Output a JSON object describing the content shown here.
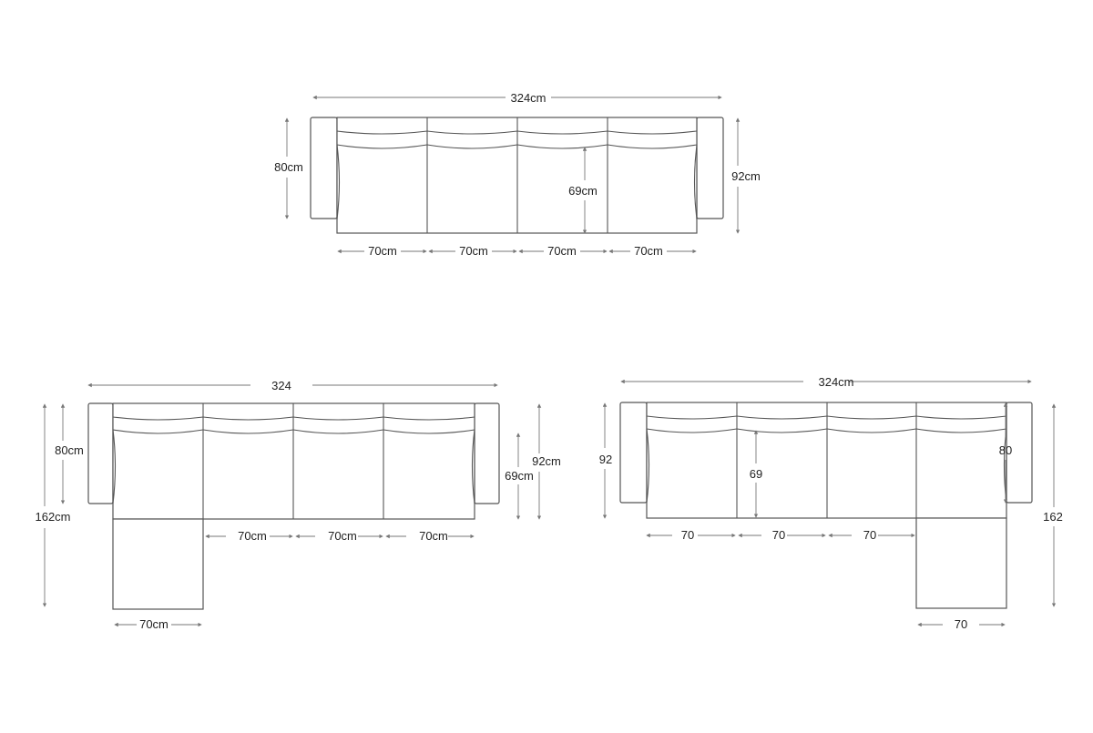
{
  "title": "Sofa dimension drawings",
  "stroke_color": "#555555",
  "drawings": [
    {
      "name": "straight-sofa",
      "labels": {
        "total_width": "324cm",
        "back_depth": "80cm",
        "total_depth": "92cm",
        "seat_depth": "69cm",
        "seat_widths": [
          "70cm",
          "70cm",
          "70cm",
          "70cm"
        ]
      }
    },
    {
      "name": "left-chaise-sofa",
      "labels": {
        "total_width": "324",
        "back_depth": "80cm",
        "total_depth_chaise": "162cm",
        "total_depth": "92cm",
        "seat_depth": "69cm",
        "seat_widths": [
          "70cm",
          "70cm",
          "70cm"
        ],
        "chaise_width": "70cm"
      }
    },
    {
      "name": "right-chaise-sofa",
      "labels": {
        "total_width": "324cm",
        "total_depth": "92",
        "seat_depth": "69",
        "back_depth": "80",
        "total_depth_chaise": "162",
        "seat_widths": [
          "70",
          "70",
          "70"
        ],
        "chaise_width": "70"
      }
    }
  ]
}
